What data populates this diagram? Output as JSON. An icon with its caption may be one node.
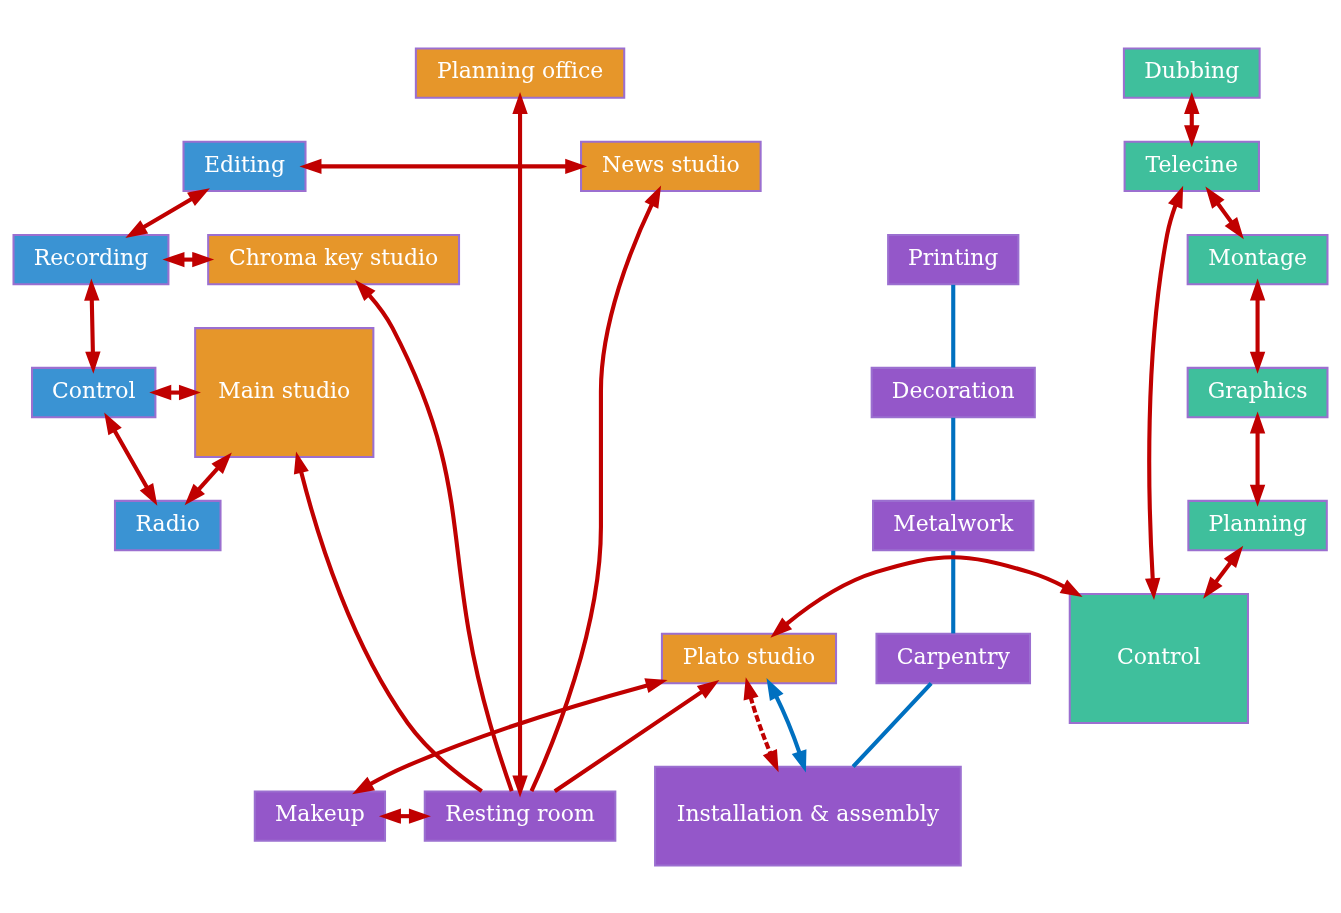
{
  "diagram": {
    "nodes": [
      {
        "text": [
          "Planning office"
        ]
      },
      {
        "text": [
          "Dubbing"
        ]
      },
      {
        "text": [
          "Telecine"
        ]
      },
      {
        "text": [
          "Editing"
        ]
      },
      {
        "text": [
          "News studio"
        ]
      },
      {
        "text": [
          "Recording"
        ]
      },
      {
        "text": [
          "Chroma key studio"
        ]
      },
      {
        "text": [
          "Montage"
        ]
      },
      {
        "text": [
          "Printing"
        ]
      },
      {
        "text": [
          "Graphics"
        ]
      },
      {
        "text": [
          "Decoration"
        ]
      },
      {
        "text": [
          "Control"
        ]
      },
      {
        "text": [
          "Main studio"
        ]
      },
      {
        "text": [
          "Metalwork"
        ]
      },
      {
        "text": [
          "Planning"
        ]
      },
      {
        "text": [
          "Radio"
        ]
      },
      {
        "text": [
          "Carpentry"
        ]
      },
      {
        "text": [
          "Control"
        ]
      },
      {
        "text": [
          "Plato studio"
        ]
      },
      {
        "text": [
          "Installation & assembly"
        ]
      },
      {
        "text": [
          "Makeup"
        ]
      },
      {
        "text": [
          "Resting room"
        ]
      }
    ],
    "edges": [
      {
        "from": 1,
        "to": 2,
        "arrow": "both"
      },
      {
        "from": 2,
        "to": 7,
        "arrow": "both"
      },
      {
        "from": 7,
        "to": 9,
        "arrow": "both"
      },
      {
        "from": 9,
        "to": 14,
        "arrow": "both"
      },
      {
        "from": 14,
        "to": 17,
        "arrow": "both"
      },
      {
        "from": 2,
        "to": 17,
        "arrow": "both"
      },
      {
        "from": 3,
        "to": 5,
        "arrow": "both"
      },
      {
        "from": 5,
        "to": 11,
        "arrow": "both"
      },
      {
        "from": 11,
        "to": 15,
        "arrow": "both"
      },
      {
        "from": 3,
        "to": 4,
        "arrow": "both"
      },
      {
        "from": 5,
        "to": 6,
        "arrow": "both"
      },
      {
        "from": 11,
        "to": 12,
        "arrow": "both"
      },
      {
        "from": 15,
        "to": 12,
        "arrow": "both"
      },
      {
        "from": 18,
        "to": 17,
        "arrow": "both"
      },
      {
        "from": 18,
        "to": 19,
        "arrow": "both",
        "style": "dashed"
      },
      {
        "from": 18,
        "to": 19,
        "arrow": "both",
        "color": "#0070c0"
      },
      {
        "from": 18,
        "to": 20,
        "arrow": "both"
      },
      {
        "from": 20,
        "to": 21,
        "arrow": "both"
      },
      {
        "from": 21,
        "to": 0,
        "arrow": "both"
      },
      {
        "from": 21,
        "to": 4,
        "arrow": "to"
      },
      {
        "from": 21,
        "to": 6,
        "arrow": "to"
      },
      {
        "from": 21,
        "to": 12,
        "arrow": "to"
      },
      {
        "from": 21,
        "to": 18,
        "arrow": "to"
      },
      {
        "from": 8,
        "to": 10,
        "arrow": "none",
        "color": "#0070c0"
      },
      {
        "from": 10,
        "to": 13,
        "arrow": "none",
        "color": "#0070c0"
      },
      {
        "from": 13,
        "to": 16,
        "arrow": "none",
        "color": "#0070c0"
      },
      {
        "from": 16,
        "to": 19,
        "arrow": "none",
        "color": "#0070c0"
      }
    ]
  }
}
